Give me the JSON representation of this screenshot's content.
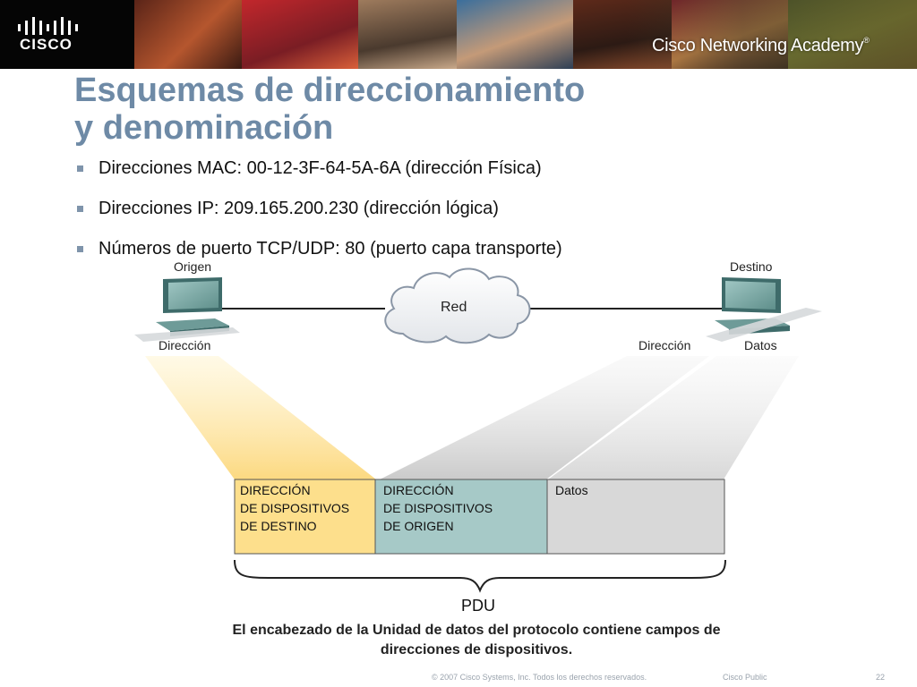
{
  "header": {
    "logo_text": "CISCO",
    "academy_cisco": "Cisco",
    "academy_rest": " Networking Academy",
    "academy_mark": "®"
  },
  "slide": {
    "title_line1": "Esquemas de direccionamiento",
    "title_line2": "y denominación",
    "bullets": [
      "Direcciones MAC: 00-12-3F-64-5A-6A (dirección Física)",
      "Direcciones IP: 209.165.200.230 (dirección lógica)",
      "Números de puerto TCP/UDP: 80 (puerto capa transporte)"
    ]
  },
  "diagram": {
    "origin_label": "Origen",
    "destination_label": "Destino",
    "network_label": "Red",
    "origin_address_label": "Dirección",
    "destination_address_label": "Dirección",
    "destination_data_label": "Datos",
    "pdu_fields": [
      {
        "lines": [
          "DIRECCIÓN",
          "DE DISPOSITIVOS",
          "DE DESTINO"
        ],
        "color": "#fddf8c"
      },
      {
        "lines": [
          "DIRECCIÓN",
          "DE DISPOSITIVOS",
          "DE ORIGEN"
        ],
        "color": "#a6c9c7"
      },
      {
        "lines": [
          "Datos"
        ],
        "color": "#d8d8d8"
      }
    ],
    "pdu_label": "PDU",
    "caption_line1": "El encabezado de la Unidad de datos del protocolo contiene campos de",
    "caption_line2": "direcciones de dispositivos."
  },
  "footer": {
    "copyright": "© 2007 Cisco Systems, Inc. Todos los derechos reservados.",
    "classification": "Cisco Public",
    "page_number": "22"
  },
  "colors": {
    "title": "#6e8aa6",
    "bullet": "#7f94ab",
    "destination_field": "#fddf8c",
    "origin_field": "#a6c9c7",
    "data_field": "#d8d8d8"
  }
}
